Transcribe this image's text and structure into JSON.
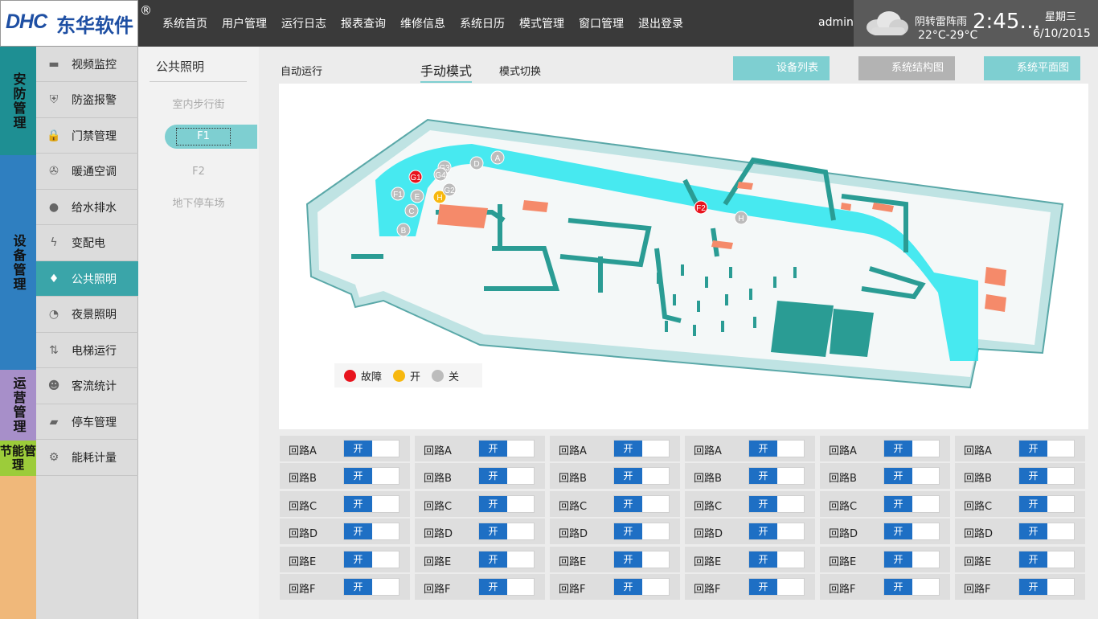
{
  "header": {
    "logo_latin": "DHC",
    "logo_cn": "东华软件",
    "registered": "®",
    "nav": [
      "系统首页",
      "用户管理",
      "运行日志",
      "报表查询",
      "维修信息",
      "系统日历",
      "模式管理",
      "窗口管理",
      "退出登录"
    ],
    "user": "admin",
    "weather": {
      "desc": "阴转雷阵雨",
      "temp": "22°C-29°C",
      "icon": "cloud-icon"
    },
    "clock": "2:45…",
    "weekday": "星期三",
    "date": "6/10/2015"
  },
  "categories": {
    "security": "安防管理",
    "device": "设备管理",
    "operation": "运营管理",
    "energy": "节能管理"
  },
  "sidebar": {
    "items": [
      {
        "label": "视频监控",
        "icon": "camera-icon"
      },
      {
        "label": "防盗报警",
        "icon": "shield-icon"
      },
      {
        "label": "门禁管理",
        "icon": "lock-icon"
      },
      {
        "label": "暖通空调",
        "icon": "fan-icon"
      },
      {
        "label": "给水排水",
        "icon": "water-drop-icon"
      },
      {
        "label": "变配电",
        "icon": "lightning-icon"
      },
      {
        "label": "公共照明",
        "icon": "lightbulb-icon"
      },
      {
        "label": "夜景照明",
        "icon": "moon-icon"
      },
      {
        "label": "电梯运行",
        "icon": "elevator-icon"
      },
      {
        "label": "客流统计",
        "icon": "people-icon"
      },
      {
        "label": "停车管理",
        "icon": "car-icon"
      },
      {
        "label": "能耗计量",
        "icon": "energy-meter-icon"
      }
    ],
    "active_index": 6
  },
  "subnav": {
    "title": "公共照明",
    "items": [
      "室内步行街",
      "F1",
      "F2",
      "地下停车场"
    ],
    "selected": "F1"
  },
  "main": {
    "tabs": {
      "auto": "自动运行",
      "manual": "手动模式",
      "switch": "模式切换"
    },
    "buttons": {
      "devices": "设备列表",
      "structure": "系统结构图",
      "plan": "系统平面图"
    },
    "legend": [
      {
        "label": "故障",
        "color": "#e8141e"
      },
      {
        "label": "开",
        "color": "#f7b80f"
      },
      {
        "label": "关",
        "color": "#bcbcbc"
      }
    ],
    "map_nodes": [
      {
        "label": "G1",
        "state": "fault"
      },
      {
        "label": "H",
        "state": "on"
      },
      {
        "label": "F2",
        "state": "fault"
      },
      {
        "label": "A",
        "state": "off"
      },
      {
        "label": "D",
        "state": "off"
      },
      {
        "label": "G3",
        "state": "off"
      },
      {
        "label": "G4",
        "state": "off"
      },
      {
        "label": "G2",
        "state": "off"
      },
      {
        "label": "F1",
        "state": "off"
      },
      {
        "label": "E",
        "state": "off"
      },
      {
        "label": "C",
        "state": "off"
      },
      {
        "label": "B",
        "state": "off"
      },
      {
        "label": "H",
        "state": "off"
      }
    ],
    "circuit_columns": 6,
    "circuits": [
      "回路A",
      "回路B",
      "回路C",
      "回路D",
      "回路E",
      "回路F"
    ],
    "toggle_label": "开"
  }
}
